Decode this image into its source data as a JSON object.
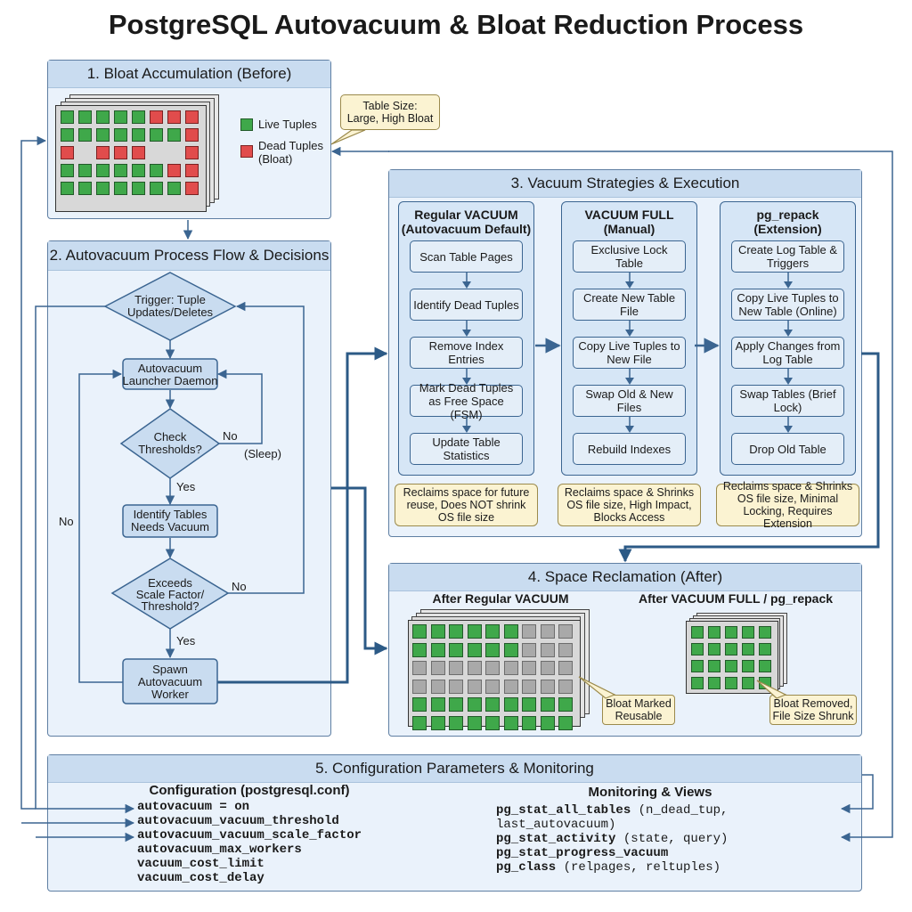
{
  "title": "PostgreSQL Autovacuum & Bloat Reduction Process",
  "colors": {
    "live": "#3fa84a",
    "dead": "#e14c4c",
    "reusable": "#a9a9a9",
    "line": "#3b6591",
    "panel": "#eaf2fb",
    "note": "#fbf3d2"
  },
  "section1": {
    "title": "1. Bloat Accumulation (Before)",
    "legend_live": "Live Tuples",
    "legend_dead_1": "Dead Tuples",
    "legend_dead_2": "(Bloat)",
    "callout_1": "Table Size:",
    "callout_2": "Large, High Bloat",
    "grid": [
      [
        "L",
        "L",
        "L",
        "L",
        "L",
        "D",
        "D",
        "D"
      ],
      [
        "L",
        "L",
        "L",
        "L",
        "L",
        "L",
        "L",
        "D"
      ],
      [
        "D",
        "",
        "D",
        "D",
        "D",
        "",
        "",
        "D"
      ],
      [
        "L",
        "L",
        "L",
        "L",
        "L",
        "L",
        "D",
        "D"
      ],
      [
        "L",
        "L",
        "L",
        "L",
        "L",
        "L",
        "L",
        "D"
      ]
    ]
  },
  "section2": {
    "title": "2. Autovacuum Process Flow & Decisions",
    "trigger_1": "Trigger: Tuple",
    "trigger_2": "Updates/Deletes",
    "launcher_1": "Autovacuum",
    "launcher_2": "Launcher Daemon",
    "check_1": "Check",
    "check_2": "Thresholds?",
    "no": "No",
    "sleep": "(Sleep)",
    "yes": "Yes",
    "identify_1": "Identify Tables",
    "identify_2": "Needs Vacuum",
    "exceeds_1": "Exceeds",
    "exceeds_2": "Scale Factor/",
    "exceeds_3": "Threshold?",
    "spawn_1": "Spawn",
    "spawn_2": "Autovacuum",
    "spawn_3": "Worker",
    "outer_no": "No"
  },
  "section3": {
    "title": "3. Vacuum Strategies & Execution",
    "columns": [
      {
        "title_1": "Regular VACUUM",
        "title_2": "(Autovacuum Default)",
        "steps": [
          "Scan Table Pages",
          "Identify Dead Tuples",
          "Remove Index Entries",
          "Mark Dead Tuples as Free Space (FSM)",
          "Update Table Statistics"
        ],
        "note": "Reclaims space for future reuse, Does NOT shrink OS file size"
      },
      {
        "title_1": "VACUUM FULL",
        "title_2": "(Manual)",
        "steps": [
          "Exclusive Lock Table",
          "Create New Table File",
          "Copy Live Tuples to New File",
          "Swap Old & New Files",
          "Rebuild Indexes"
        ],
        "note": "Reclaims space & Shrinks OS file size, High Impact, Blocks Access"
      },
      {
        "title_1": "pg_repack",
        "title_2": "(Extension)",
        "steps": [
          "Create Log Table & Triggers",
          "Copy Live Tuples to New Table (Online)",
          "Apply Changes from Log Table",
          "Swap Tables (Brief Lock)",
          "Drop Old Table"
        ],
        "note": "Reclaims space & Shrinks OS file size, Minimal Locking, Requires Extension"
      }
    ]
  },
  "section4": {
    "title": "4. Space Reclamation (After)",
    "left_label": "After Regular VACUUM",
    "right_label": "After VACUUM FULL / pg_repack",
    "left_note_1": "Bloat Marked",
    "left_note_2": "Reusable",
    "right_note_1": "Bloat Removed,",
    "right_note_2": "File Size Shrunk",
    "left_grid": [
      [
        "L",
        "L",
        "L",
        "L",
        "L",
        "L",
        "R",
        "R",
        "R"
      ],
      [
        "L",
        "L",
        "L",
        "L",
        "L",
        "L",
        "R",
        "R",
        "R"
      ],
      [
        "R",
        "R",
        "R",
        "R",
        "R",
        "R",
        "R",
        "R",
        "R"
      ],
      [
        "R",
        "R",
        "R",
        "R",
        "R",
        "R",
        "R",
        "R",
        "R"
      ],
      [
        "L",
        "L",
        "L",
        "L",
        "L",
        "L",
        "L",
        "L",
        "L"
      ],
      [
        "L",
        "L",
        "L",
        "L",
        "L",
        "L",
        "L",
        "L",
        "L"
      ]
    ],
    "right_grid_rows": 4,
    "right_grid_cols": 5
  },
  "section5": {
    "title": "5. Configuration Parameters & Monitoring",
    "config_title": "Configuration (postgresql.conf)",
    "config_lines": [
      "autovacuum = on",
      "autovacuum_vacuum_threshold",
      "autovacuum_vacuum_scale_factor",
      "autovacuum_max_workers",
      "vacuum_cost_limit",
      "vacuum_cost_delay"
    ],
    "monitor_title": "Monitoring & Views",
    "monitor_lines": [
      {
        "name": "pg_stat_all_tables",
        "args": " (n_dead_tup, last_autovacuum)"
      },
      {
        "name": "pg_stat_activity",
        "args": " (state, query)"
      },
      {
        "name": "pg_stat_progress_vacuum",
        "args": ""
      },
      {
        "name": "pg_class",
        "args": " (relpages, reltuples)"
      }
    ]
  }
}
